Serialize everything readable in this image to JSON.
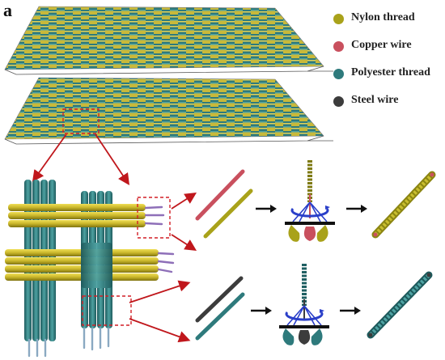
{
  "figure": {
    "panel_label": "a"
  },
  "legend": [
    {
      "label": "Nylon thread",
      "color": "#a9a21a"
    },
    {
      "label": "Copper wire",
      "color": "#c9505e"
    },
    {
      "label": "Polyester thread",
      "color": "#2e7a7c"
    },
    {
      "label": "Steel wire",
      "color": "#3c3c3c"
    }
  ],
  "colors": {
    "nylon": "#a9a21a",
    "nylon_light": "#d8c73a",
    "copper": "#c9505e",
    "polyester": "#2e7a7c",
    "polyester_light": "#4fa3a3",
    "steel": "#3c3c3c",
    "arrow_red": "#c0171c",
    "arrow_black": "#111111",
    "spin_blue": "#2a3fc9",
    "wire_purple": "#8e6fb8",
    "dashed_box": "#d21f26"
  }
}
